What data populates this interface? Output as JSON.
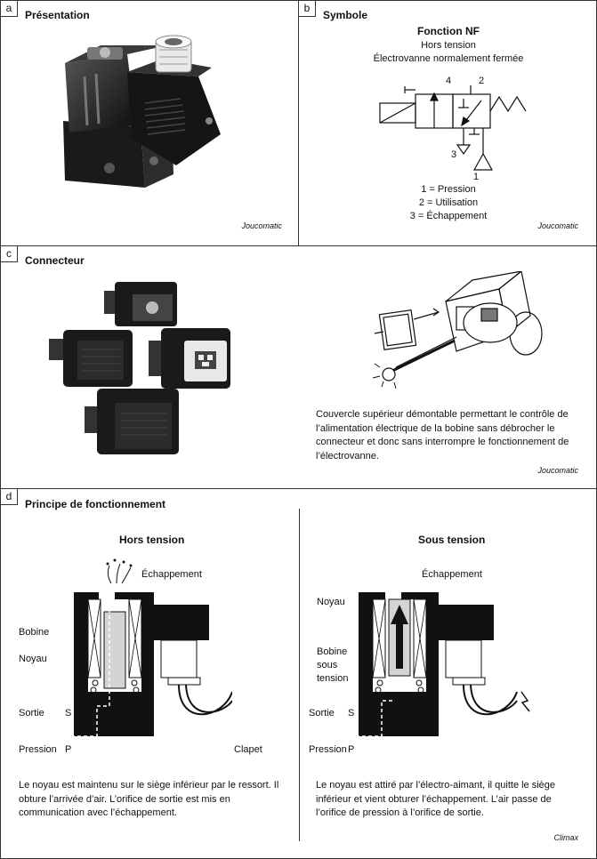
{
  "a": {
    "tag": "a",
    "title": "Présentation",
    "credit": "Joucomatic"
  },
  "b": {
    "tag": "b",
    "title": "Symbole",
    "func": "Fonction NF",
    "line1": "Hors tension",
    "line2": "Électrovanne normalement fermée",
    "port4": "4",
    "port2": "2",
    "port3": "3",
    "port1": "1",
    "leg1": "1 = Pression",
    "leg2": "2 = Utilisation",
    "leg3": "3 = Échappement",
    "credit": "Joucomatic"
  },
  "c": {
    "tag": "c",
    "title": "Connecteur",
    "desc": "Couvercle supérieur démontable permettant le contrôle de l’alimentation électrique de la bobine sans débrocher le connecteur et donc sans interrompre le fonctionnement de l’électrovanne.",
    "credit": "Joucomatic"
  },
  "d": {
    "tag": "d",
    "title": "Principe de fonctionnement",
    "left": {
      "title": "Hors tension",
      "echap": "Échappement",
      "bobine": "Bobine",
      "noyau": "Noyau",
      "sortie": "Sortie",
      "s": "S",
      "pression": "Pression",
      "p": "P",
      "clapet": "Clapet",
      "desc": "Le noyau est maintenu sur le siège inférieur par le ressort. Il obture l’arrivée d’air. L’orifice de sortie est mis en communication avec l’échappement."
    },
    "right": {
      "title": "Sous tension",
      "echap": "Échappement",
      "noyau": "Noyau",
      "bobine1": "Bobine",
      "bobine2": "sous",
      "bobine3": "tension",
      "sortie": "Sortie",
      "s": "S",
      "pression": "Pression",
      "p": "P",
      "desc": "Le noyau est attiré par l’électro-aimant, il quitte le siège inférieur et vient obturer l’échappement. L’air passe de l’orifice de pression à l’orifice de sortie."
    },
    "credit": "Climax"
  }
}
